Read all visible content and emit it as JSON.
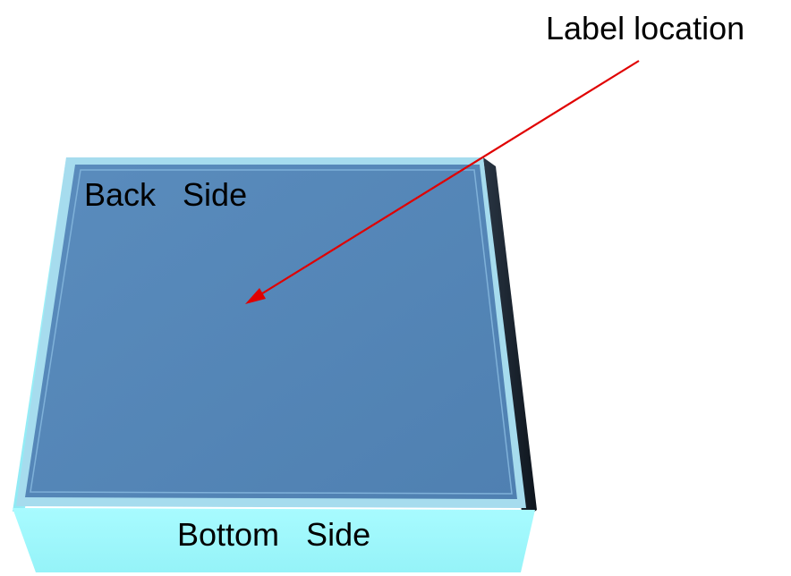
{
  "labels": {
    "callout": "Label location",
    "back": "Back   Side",
    "bottom": "Bottom   Side"
  },
  "colors": {
    "top_face": "#5587b8",
    "side_face": "#9ef6fb",
    "rim_light": "#a6dcee",
    "shadow_edge": "#1a2430",
    "arrow": "#e00000"
  },
  "icons": {
    "pointer": "arrow-pointer-icon"
  }
}
